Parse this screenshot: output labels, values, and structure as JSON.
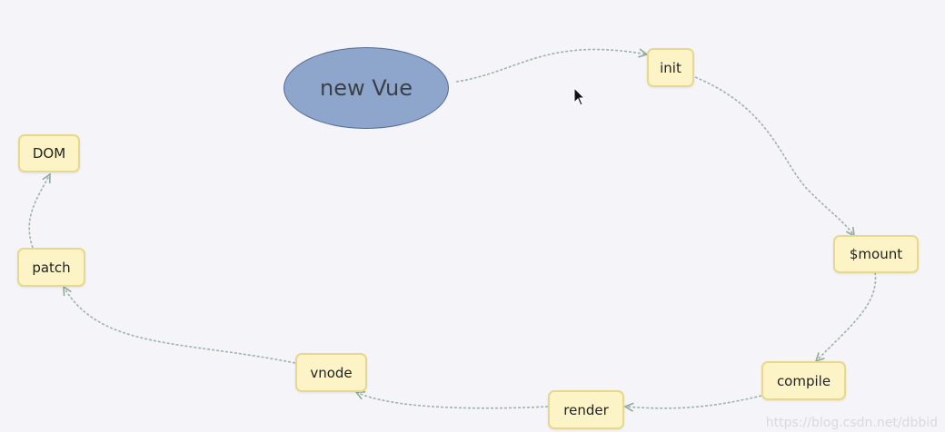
{
  "diagram": {
    "start_label": "new Vue",
    "nodes": [
      {
        "key": "init",
        "label": "init"
      },
      {
        "key": "mount",
        "label": "$mount"
      },
      {
        "key": "compile",
        "label": "compile"
      },
      {
        "key": "render",
        "label": "render"
      },
      {
        "key": "vnode",
        "label": "vnode"
      },
      {
        "key": "patch",
        "label": "patch"
      },
      {
        "key": "dom",
        "label": "DOM"
      }
    ],
    "edge_color": "#9fb3a6",
    "node_fill": "#fcf4c6",
    "node_border": "#e7d98c",
    "start_fill": "#8fa6cc"
  },
  "watermark": "https://blog.csdn.net/dbbid"
}
